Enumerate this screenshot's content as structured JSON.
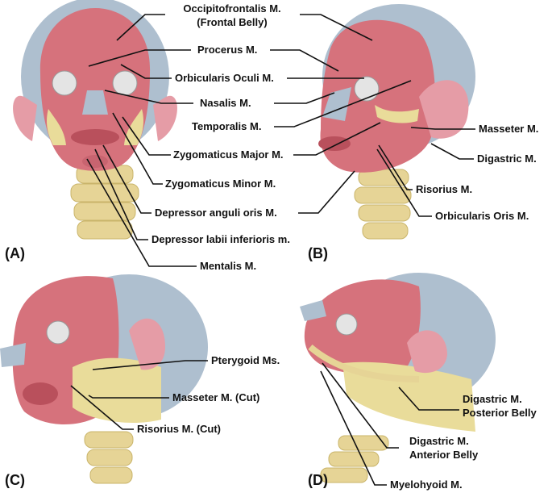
{
  "colors": {
    "muscle": "#d6727c",
    "muscle_dark": "#b9505c",
    "skull": "#aebfcf",
    "fat": "#e9dc9a",
    "bone": "#e6d496",
    "eye": "#e4e4e4",
    "ear": "#e59ca6",
    "line": "#111111"
  },
  "panels": {
    "a": "(A)",
    "b": "(B)",
    "c": "(C)",
    "d": "(D)"
  },
  "labels": {
    "occipitofrontalis_1": "Occipitofrontalis M.",
    "occipitofrontalis_2": "(Frontal Belly)",
    "procerus": "Procerus M.",
    "orbicularis_oculi": "Orbicularis Oculi M.",
    "nasalis": "Nasalis M.",
    "temporalis": "Temporalis M.",
    "zygomaticus_major": "Zygomaticus Major M.",
    "zygomaticus_minor": "Zygomaticus Minor M.",
    "depressor_anguli": "Depressor anguli oris M.",
    "depressor_labii": "Depressor labii inferioris m.",
    "mentalis": "Mentalis M.",
    "masseter": "Masseter M.",
    "digastric": "Digastric M.",
    "risorius": "Risorius M.",
    "orbicularis_oris": "Orbicularis Oris M.",
    "pterygoid": "Pterygoid Ms.",
    "masseter_cut": "Masseter M. (Cut)",
    "risorius_cut": "Risorius M. (Cut)",
    "digastric_post_1": "Digastric M.",
    "digastric_post_2": "Posterior Belly",
    "digastric_ant_1": "Digastric M.",
    "digastric_ant_2": "Anterior Belly",
    "mylohyoid": "Myelohyoid M."
  }
}
